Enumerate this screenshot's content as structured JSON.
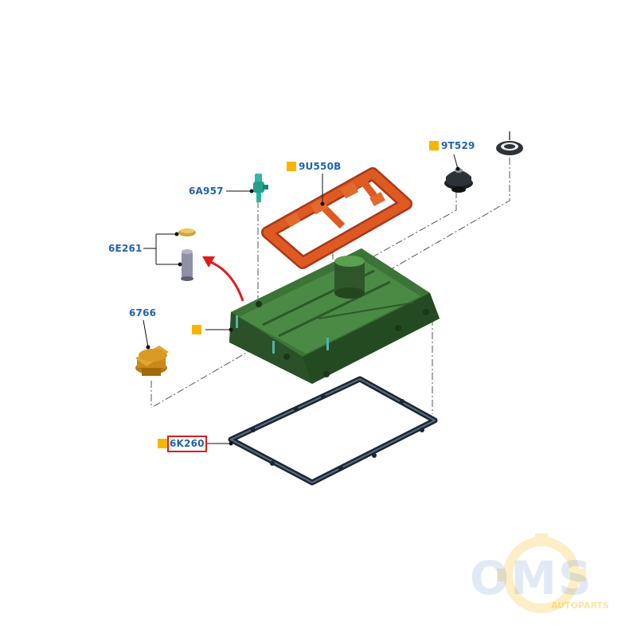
{
  "parts": {
    "p9T529": "9T529",
    "p9U550B": "9U550B",
    "p6A957": "6A957",
    "p6E261": "6E261",
    "p6766": "6766",
    "p6K260": "6K260"
  },
  "watermark": {
    "brand": "OMS",
    "sub": "AUTOPARTS"
  },
  "colors": {
    "label": "#1f63b0",
    "marker": "#f7b500",
    "highlight": "#d81e1e",
    "cover": "#2e5a2a",
    "gasket_orange": "#d9541e",
    "gasket": "#243446"
  }
}
